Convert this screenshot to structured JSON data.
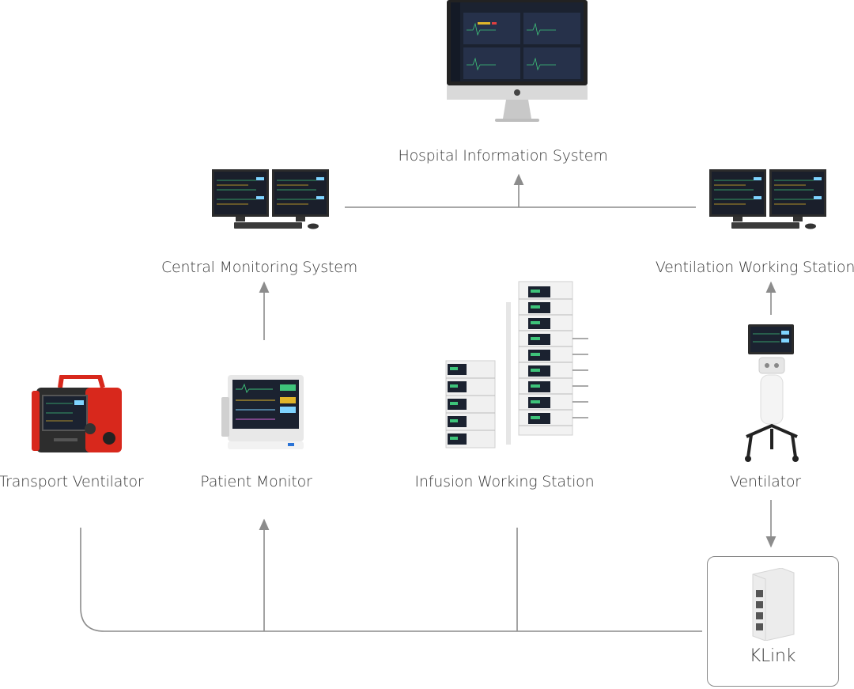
{
  "nodes": {
    "his": {
      "label": "Hospital Information System",
      "icon": "imac-monitor-icon"
    },
    "cms": {
      "label": "Central Monitoring System",
      "icon": "dual-monitor-workstation-icon"
    },
    "vws": {
      "label": "Ventilation Working Station",
      "icon": "dual-monitor-workstation-icon"
    },
    "transport_ventilator": {
      "label": "Transport Ventilator",
      "icon": "transport-ventilator-icon"
    },
    "patient_monitor": {
      "label": "Patient Monitor",
      "icon": "patient-monitor-icon"
    },
    "infusion": {
      "label": "Infusion Working Station",
      "icon": "infusion-pump-stack-icon"
    },
    "ventilator": {
      "label": "Ventilator",
      "icon": "ventilator-cart-icon"
    },
    "klink": {
      "label": "KLink",
      "icon": "network-hub-icon"
    }
  },
  "colors": {
    "line": "#8c8c8c",
    "label": "#3a3a3a",
    "device_red": "#d8281c",
    "screen": "#1b2230"
  }
}
